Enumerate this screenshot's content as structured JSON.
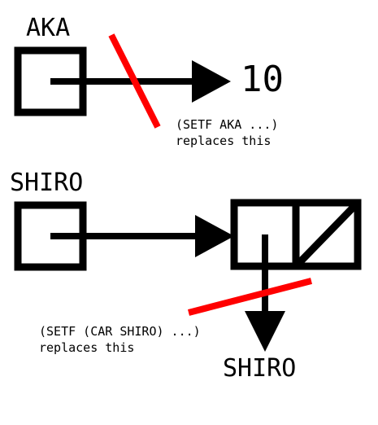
{
  "diagram": {
    "aka_label": "AKA",
    "aka_value": "10",
    "aka_note_line1": "(SETF AKA ...)",
    "aka_note_line2": "replaces this",
    "shiro_label": "SHIRO",
    "shiro_note_line1": "(SETF (CAR SHIRO) ...)",
    "shiro_note_line2": "replaces this",
    "shiro_car_value": "SHIRO"
  },
  "colors": {
    "ink": "#000000",
    "strike": "#ff0000",
    "background": "#ffffff"
  }
}
